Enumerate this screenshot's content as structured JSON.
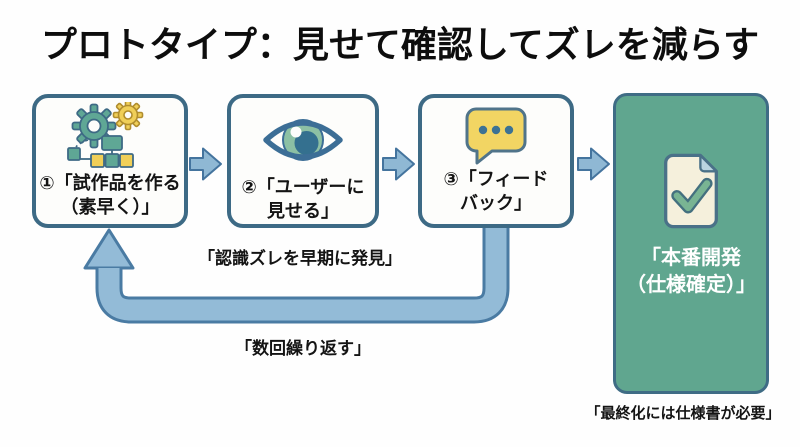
{
  "title": "プロトタイプ：見せて確認してズレを減らす",
  "steps": {
    "step1": {
      "line1": "①「試作品を作る",
      "line2": "（素早く）」",
      "icon": "gears-flowchart-icon"
    },
    "step2": {
      "line1": "②「ユーザーに",
      "line2": "見せる」",
      "icon": "eye-icon"
    },
    "step3": {
      "line1": "③「フィード",
      "line2": "バック」",
      "icon": "speech-bubble-icon"
    }
  },
  "final_box": {
    "line1": "「本番開発",
    "line2": "（仕様確定）」",
    "icon": "document-check-icon"
  },
  "labels": {
    "early_detection": "「認識ズレを早期に発見」",
    "repeat": "「数回繰り返す」",
    "spec_required": "「最終化には仕様書が必要」"
  },
  "colors": {
    "background": "#fefefe",
    "box_border": "#3d6a85",
    "box_fill": "#fdfdfb",
    "final_box_fill": "#60a68f",
    "final_box_border": "#3f6c85",
    "flow_arrow_fill": "#8fb8d4",
    "flow_arrow_border": "#44749e",
    "loop_arrow_fill": "#93bbd7",
    "loop_arrow_border": "#4a7ba3",
    "icon_teal": "#5fa795",
    "icon_yellow": "#f0cf58",
    "bubble_yellow": "#f2d563",
    "dot_blue": "#3c7294",
    "document_cream": "#f5f0dc",
    "check_green": "#79b493",
    "title_text": "#0d0d0d",
    "final_text": "#ffffff"
  }
}
